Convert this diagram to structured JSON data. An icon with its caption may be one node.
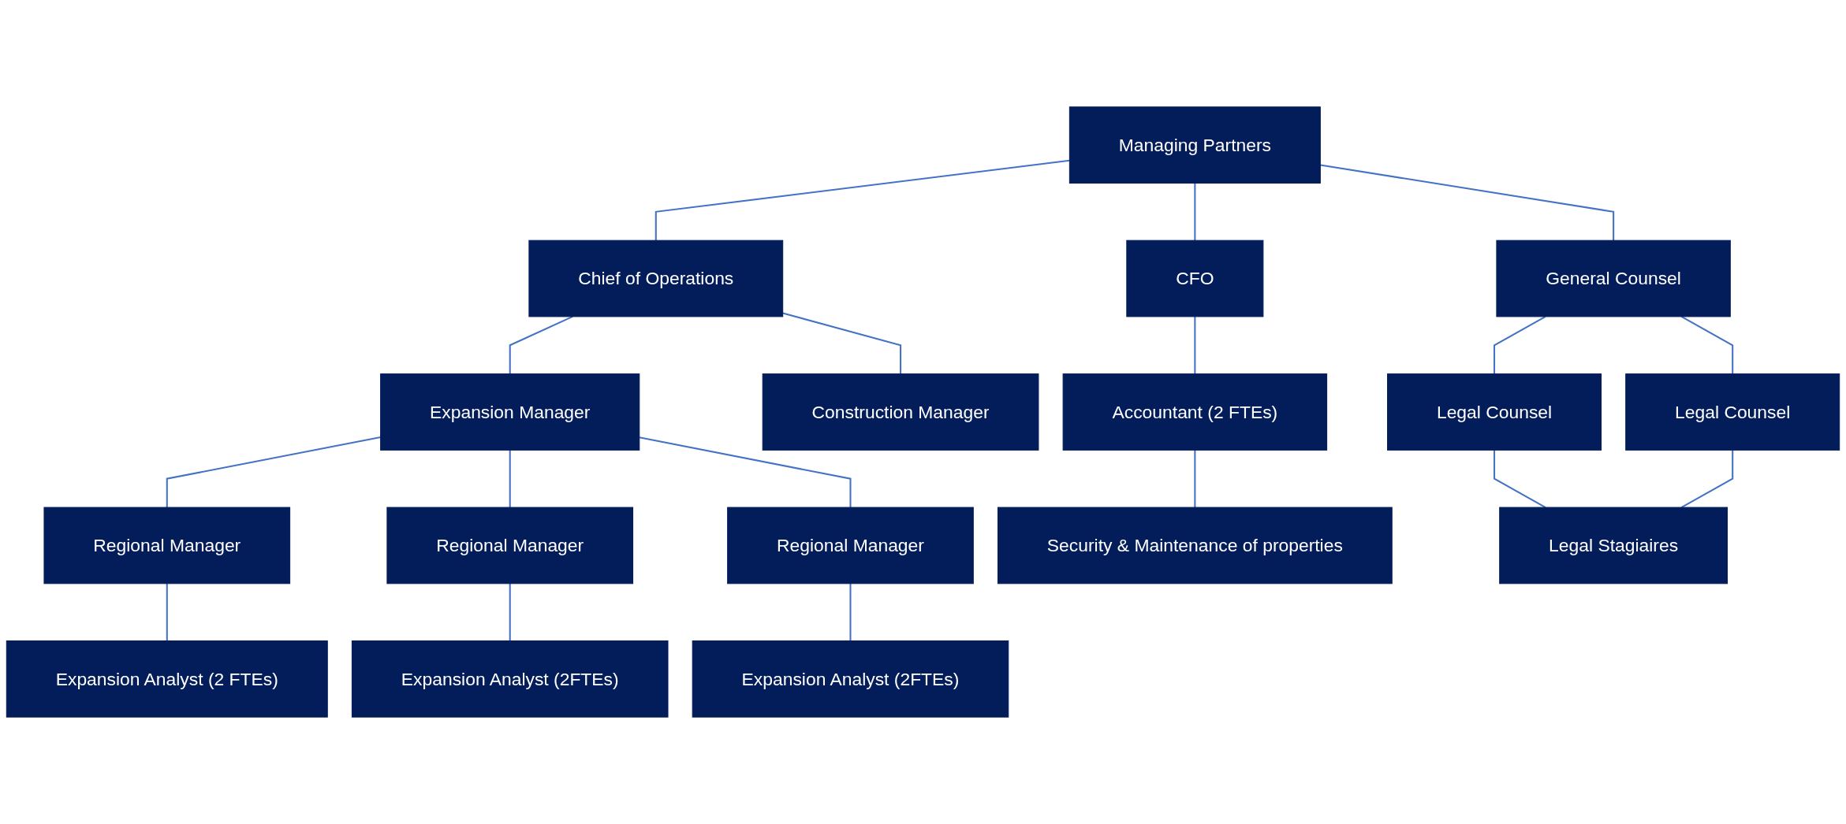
{
  "diagram": {
    "nodes": [
      {
        "text": [
          "Managing Partners"
        ]
      },
      {
        "text": [
          "Chief of Operations"
        ]
      },
      {
        "text": [
          "CFO"
        ]
      },
      {
        "text": [
          "Expansion Manager"
        ]
      },
      {
        "text": [
          "Construction Manager"
        ]
      },
      {
        "text": [
          "General Counsel"
        ]
      },
      {
        "text": [
          "Accountant (2 FTEs)"
        ]
      },
      {
        "text": [
          "Regional Manager"
        ]
      },
      {
        "text": [
          "Regional Manager"
        ]
      },
      {
        "text": [
          "Regional Manager"
        ]
      },
      {
        "text": [
          "Legal Counsel"
        ]
      },
      {
        "text": [
          "Legal Counsel"
        ]
      },
      {
        "text": [
          "Security & Maintenance of properties"
        ]
      },
      {
        "text": [
          "Expansion Analyst (2 FTEs)"
        ]
      },
      {
        "text": [
          "Expansion Analyst (2FTEs)"
        ]
      },
      {
        "text": [
          "Expansion Analyst (2FTEs)"
        ]
      },
      {
        "text": [
          "Legal Stagiaires"
        ]
      }
    ],
    "edges": [
      {
        "from": 0,
        "to": 2,
        "arrow": "none"
      },
      {
        "from": 0,
        "to": 1,
        "arrow": "none"
      },
      {
        "from": 0,
        "to": 5,
        "arrow": "none"
      },
      {
        "from": 1,
        "to": 3,
        "arrow": "none"
      },
      {
        "from": 1,
        "to": 4,
        "arrow": "none"
      },
      {
        "from": 2,
        "to": 6,
        "arrow": "none"
      },
      {
        "from": 6,
        "to": 12,
        "arrow": "none"
      },
      {
        "from": 3,
        "to": 7,
        "arrow": "none"
      },
      {
        "from": 3,
        "to": 8,
        "arrow": "none"
      },
      {
        "from": 3,
        "to": 9,
        "arrow": "none"
      },
      {
        "from": 5,
        "to": 10,
        "arrow": "none"
      },
      {
        "from": 5,
        "to": 11,
        "arrow": "none"
      },
      {
        "from": 7,
        "to": 13,
        "arrow": "none"
      },
      {
        "from": 8,
        "to": 14,
        "arrow": "none"
      },
      {
        "from": 9,
        "to": 15,
        "arrow": "none"
      },
      {
        "from": 10,
        "to": 16,
        "arrow": "none"
      },
      {
        "from": 11,
        "to": 16,
        "arrow": "none"
      }
    ]
  }
}
